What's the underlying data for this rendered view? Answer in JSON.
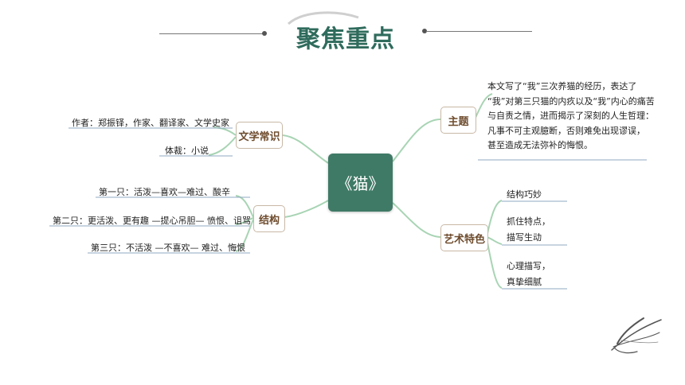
{
  "header": {
    "title": "聚焦重点"
  },
  "center": {
    "label": "《猫》"
  },
  "branches": {
    "literature": {
      "label": "文学常识",
      "items": [
        "作者：郑振铎，作家、翻译家、文学史家",
        "体裁：小说"
      ]
    },
    "structure": {
      "label": "结构",
      "items": [
        "第一只：活泼—喜欢—难过、酸辛",
        "第二只：更活泼、更有趣 —提心吊胆— 愤恨、诅骂",
        "第三只：不活泼 —不喜欢— 难过、悔恨"
      ]
    },
    "theme": {
      "label": "主题",
      "lines": [
        "本文写了“我”三次养猫的经历，表达了",
        "“我”对第三只猫的内疚以及“我”内心的痛苦",
        "与自责之情，进而揭示了深刻的人生哲理：",
        "凡事不可主观臆断，否则难免出现谬误，",
        "甚至造成无法弥补的悔恨。"
      ]
    },
    "art": {
      "label": "艺术特色",
      "items": [
        {
          "line1": "结构巧妙",
          "line2": ""
        },
        {
          "line1": "抓住特点，",
          "line2": "描写生动"
        },
        {
          "line1": "心理描写，",
          "line2": "真挚细腻"
        }
      ]
    }
  },
  "colors": {
    "title": "#2f6b5c",
    "center_fill": "#3f7a66",
    "connector": "#a8d4b4",
    "branch_border": "#c8b8a6",
    "branch_text": "#6e4c2e",
    "underline": "#8fa8c0"
  }
}
